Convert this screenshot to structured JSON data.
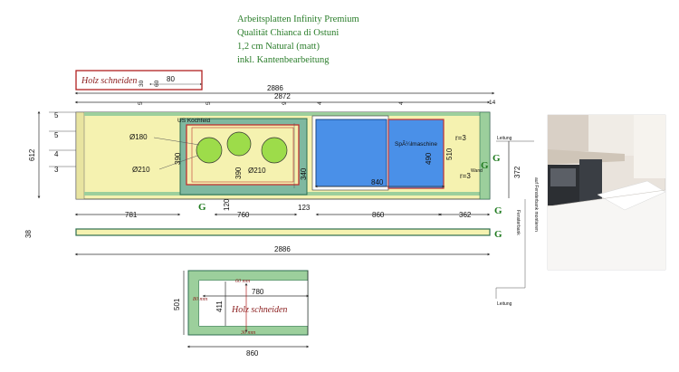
{
  "header": {
    "line1": "Arbeitsplatten Infinity Premium",
    "line2": "Qualität Chianca di Ostuni",
    "line3": "1,2 cm Natural (matt)",
    "line4": "inkl. Kantenbearbeitung"
  },
  "top_dims": {
    "holz": "Holz schneiden",
    "d30": "30",
    "d60": "60",
    "d80": "80",
    "d2886": "2886",
    "d2872": "2872",
    "d5a": "5",
    "d5b": "5",
    "d9": "9",
    "d4a": "4",
    "d4b": "4",
    "d14": "14"
  },
  "left_dims": {
    "d5a": "5",
    "d5b": "5",
    "d612": "612",
    "d4": "4",
    "d3": "3",
    "d38": "38"
  },
  "counter_labels": {
    "kochfeld": "US Kochfeld",
    "o180": "Ø180",
    "o210a": "Ø210",
    "d390a": "390",
    "d390b": "390",
    "o210b": "Ø210",
    "d340": "340",
    "spuelmaschine": "SpÃ¼lmaschine",
    "r3a": "r=3",
    "r3b": "r=3",
    "d490": "490",
    "d510": "510",
    "d840": "840",
    "d372": "372",
    "leitung": "Leitung",
    "wand": "Wand",
    "g": "G"
  },
  "bottom_dims": {
    "d781": "781",
    "d760": "760",
    "d120": "120",
    "d123": "123",
    "d860": "860",
    "d362": "362",
    "d2886": "2886"
  },
  "side_notes": {
    "fensterbank": "Fensterbank",
    "leitung2": "Leitung",
    "note": "auf Fensterbank montieren"
  },
  "detail": {
    "d60mm": "60 mm",
    "d80mm": "80 mm",
    "d780": "780",
    "d501": "501",
    "d411": "411",
    "holz": "Holz schneiden",
    "d30mm": "30 mm",
    "d860": "860"
  }
}
